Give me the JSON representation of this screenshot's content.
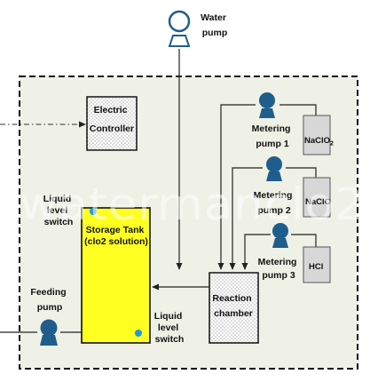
{
  "labels": {
    "water_pump": [
      "Water",
      "pump"
    ],
    "electric_controller": [
      "Electric",
      "Controller"
    ],
    "metering_pump_1": [
      "Metering",
      "pump 1"
    ],
    "metering_pump_2": [
      "Metering",
      "pump 2"
    ],
    "metering_pump_3": [
      "Metering",
      "pump 3"
    ],
    "liquid_level_switch_top": [
      "Liquid",
      "level",
      "switch"
    ],
    "storage_tank": [
      "Storage Tank",
      "(clo2 solution)"
    ],
    "liquid_level_switch_bottom": [
      "Liquid",
      "level",
      "switch"
    ],
    "feeding_pump": [
      "Feeding",
      "pump"
    ],
    "reaction_chamber": [
      "Reaction",
      "chamber"
    ]
  },
  "chemicals": {
    "naclo2": {
      "base": "NaClO",
      "sub": "2"
    },
    "naclo": "NaClO",
    "hcl": "HCl"
  },
  "watermark": "watermanclo2",
  "colors": {
    "panel_fill": "#eff1e6",
    "tank_fill": "#ffff22",
    "pump_fill": "#1f5e8c",
    "sensor_dot": "#1e9bd7",
    "bottle_fill": "#d7d7d7"
  }
}
